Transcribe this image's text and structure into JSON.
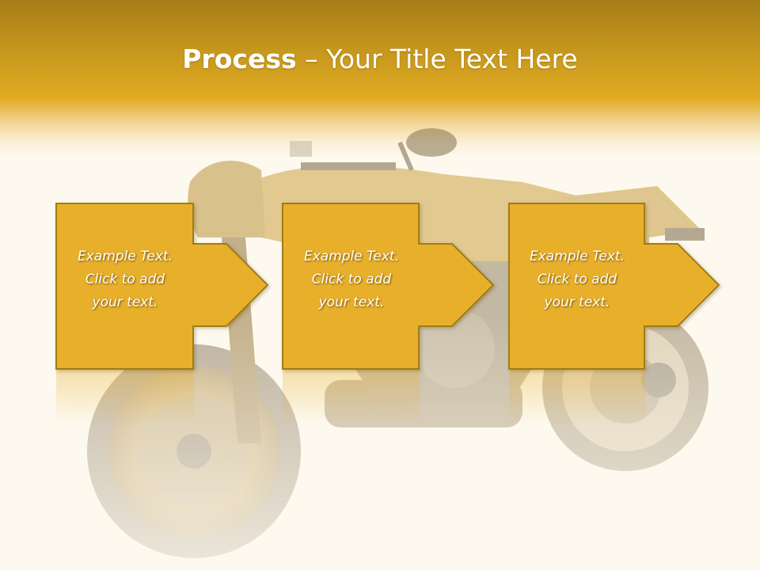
{
  "slide": {
    "title_bold": "Process",
    "title_rest": " – Your Title Text Here"
  },
  "background": {
    "icon": "motorcycle-photo",
    "colors": {
      "band_top": "#a57c18",
      "band_mid": "#e2ab23",
      "page": "#fdf9ef"
    }
  },
  "steps": [
    {
      "line1": "Example Text.",
      "line2": "Click  to add",
      "line3": "your text."
    },
    {
      "line1": "Example Text.",
      "line2": "Click  to add",
      "line3": "your text."
    },
    {
      "line1": "Example Text.",
      "line2": "Click  to add",
      "line3": "your text."
    }
  ],
  "colors": {
    "box_fill": "#e8b02b",
    "box_stroke": "#a07b18",
    "text": "#ffffff"
  }
}
